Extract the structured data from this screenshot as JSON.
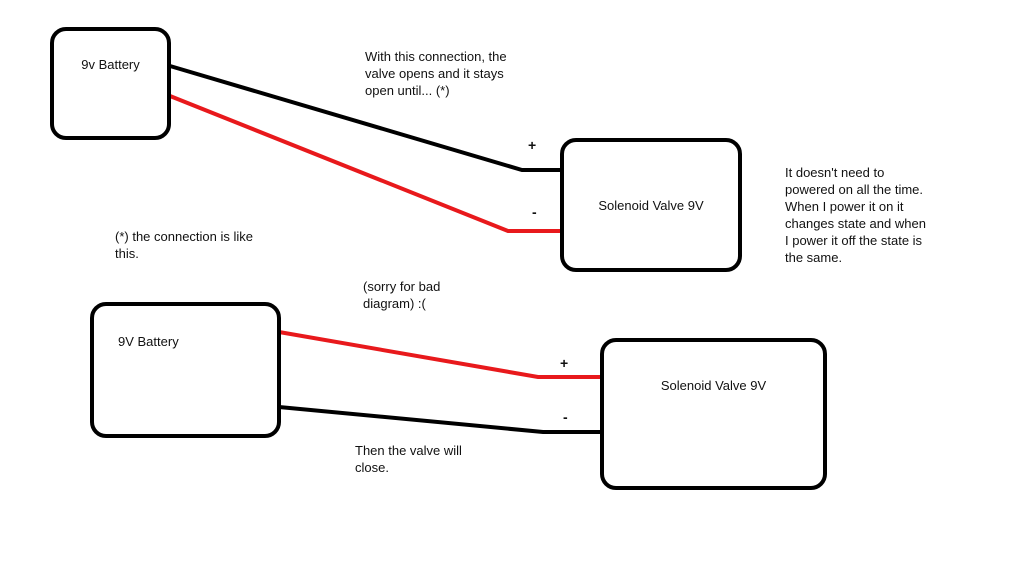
{
  "diagram_top": {
    "battery_label": "9v Battery",
    "valve_label": "Solenoid Valve 9V",
    "plus": "+",
    "minus": "-",
    "annotation": "With this connection, the\nvalve opens and it stays\nopen until... (*)"
  },
  "diagram_bottom": {
    "battery_label": "9V Battery",
    "valve_label": "Solenoid Valve 9V",
    "plus": "+",
    "minus": "-",
    "annotation_sorry": "(sorry for bad\ndiagram) :(",
    "annotation_close": "Then the valve will\nclose."
  },
  "notes": {
    "connection_note": "(*) the connection is like\nthis.",
    "right_note": "It doesn't need to\npowered on all the time.\nWhen I power it on it\nchanges state and when\nI power it off the state is\nthe same."
  },
  "colors": {
    "wire_black": "#000000",
    "wire_red": "#e8191c",
    "background": "#ffffff"
  }
}
